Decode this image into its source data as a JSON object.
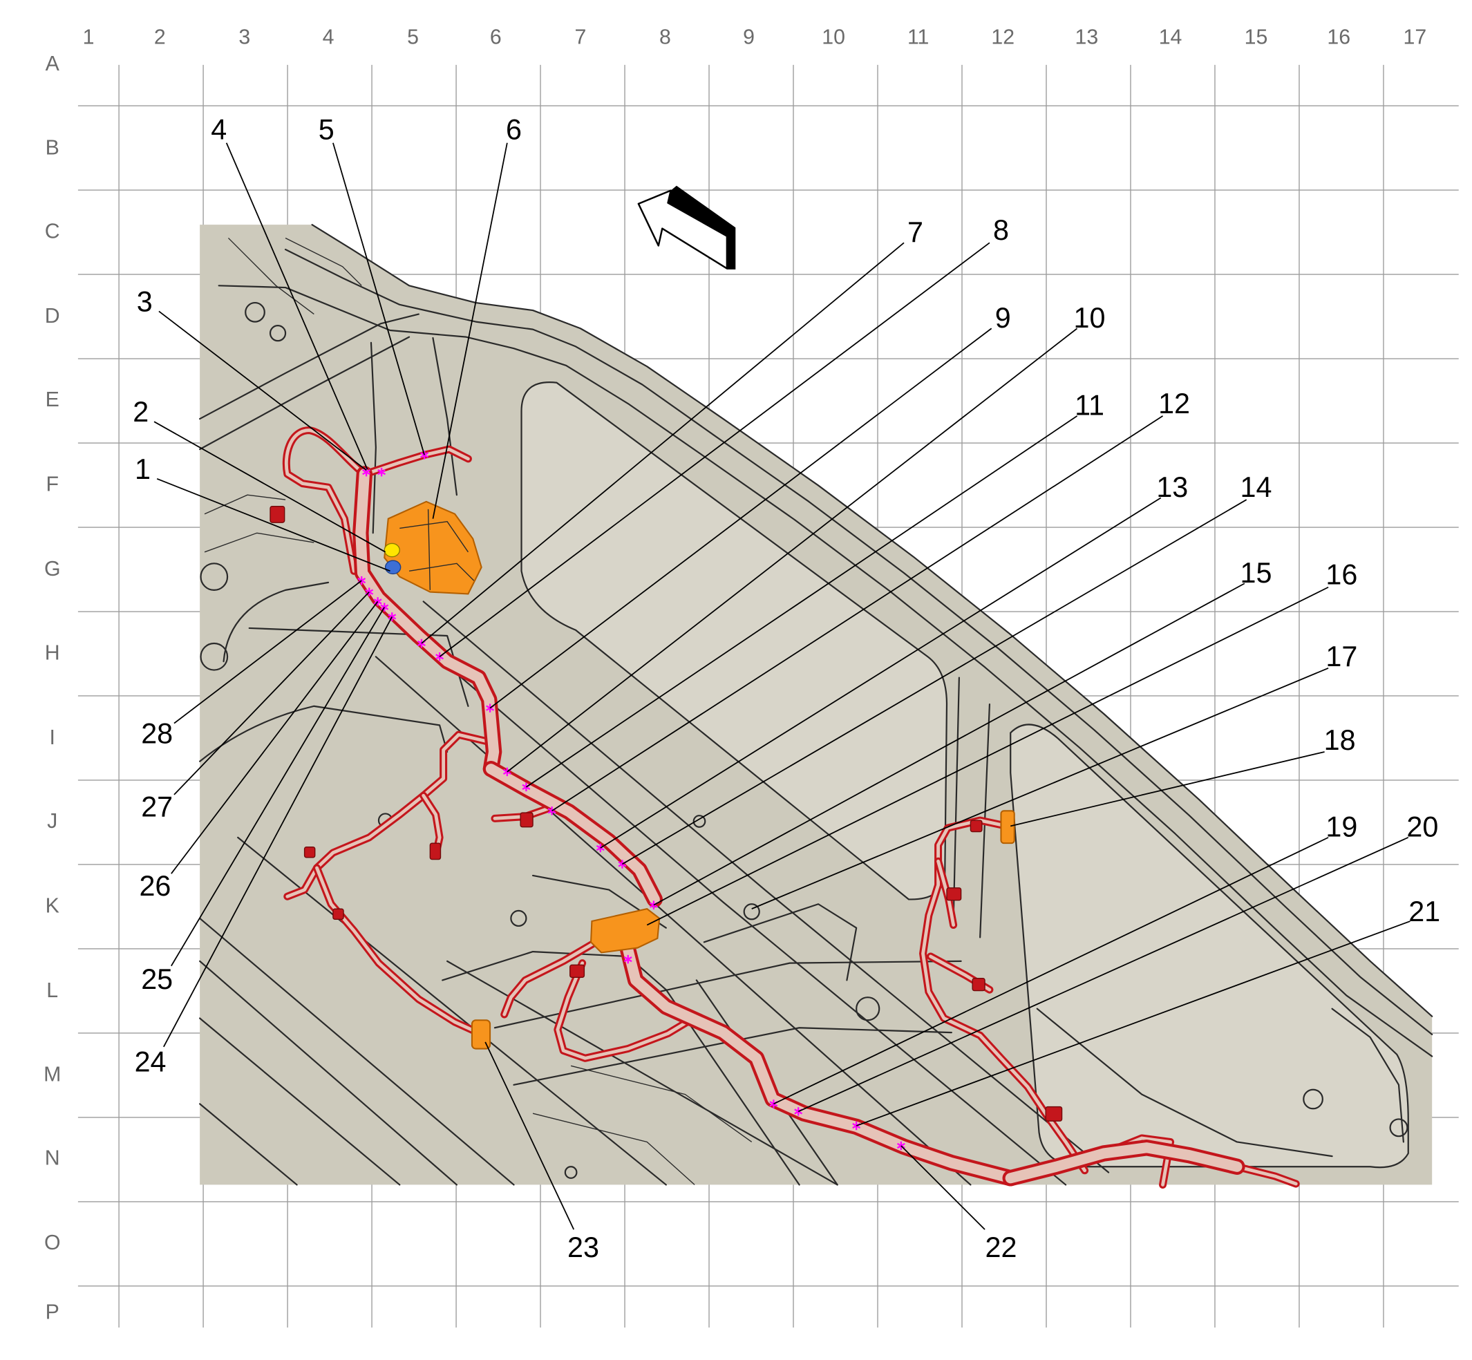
{
  "diagram": {
    "columns": [
      "1",
      "2",
      "3",
      "4",
      "5",
      "6",
      "7",
      "8",
      "9",
      "10",
      "11",
      "12",
      "13",
      "14",
      "15",
      "16",
      "17"
    ],
    "rows": [
      "A",
      "B",
      "C",
      "D",
      "E",
      "F",
      "G",
      "H",
      "I",
      "J",
      "K",
      "L",
      "M",
      "N",
      "O",
      "P"
    ],
    "callouts": [
      "1",
      "2",
      "3",
      "4",
      "5",
      "6",
      "7",
      "8",
      "9",
      "10",
      "11",
      "12",
      "13",
      "14",
      "15",
      "16",
      "17",
      "18",
      "19",
      "20",
      "21",
      "22",
      "23",
      "24",
      "25",
      "26",
      "27",
      "28"
    ]
  },
  "icons": {
    "direction": "direction-arrow-icon",
    "splice": "splice-marker-icon"
  },
  "colors": {
    "background": "#ffffff",
    "grid": "#9c9c9c",
    "axis_label": "#6b6b6b",
    "body": "#cdcabc",
    "body_panel": "#d8d5c9",
    "outline": "#2a2a2a",
    "harness": "#c4161c",
    "harness_core": "#e6c3b8",
    "connector": "#f7941d",
    "connector_yellow": "#ffe500",
    "connector_blue": "#3d6fd6",
    "splice_marker": "#ff00ff",
    "callout": "#000000"
  }
}
